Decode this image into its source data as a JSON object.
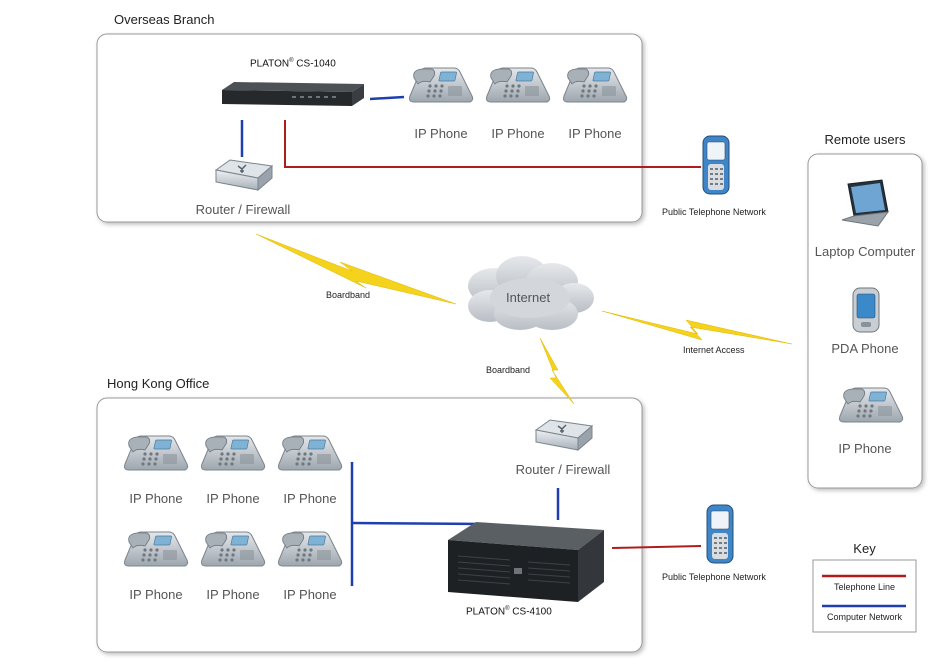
{
  "overseas": {
    "title": "Overseas Branch",
    "device_brand": "PLATON",
    "device_model": "CS-1040",
    "phones": [
      "IP Phone",
      "IP Phone",
      "IP Phone"
    ],
    "router": "Router / Firewall",
    "pstn": "Public Telephone Network"
  },
  "cloud": {
    "label": "Internet"
  },
  "links": {
    "broadband_overseas": "Boardband",
    "broadband_hk": "Boardband",
    "internet_access": "Internet Access"
  },
  "remote": {
    "title": "Remote users",
    "items": [
      "Laptop Computer",
      "PDA Phone",
      "IP Phone"
    ]
  },
  "hk": {
    "title": "Hong Kong Office",
    "phones_row1": [
      "IP Phone",
      "IP Phone",
      "IP Phone"
    ],
    "phones_row2": [
      "IP Phone",
      "IP Phone",
      "IP Phone"
    ],
    "router": "Router / Firewall",
    "device_brand": "PLATON",
    "device_model": "CS-4100",
    "pstn": "Public Telephone Network"
  },
  "key": {
    "title": "Key",
    "telephone": "Telephone Line",
    "network": "Computer Network",
    "telephone_color": "#b01c1c",
    "network_color": "#1f3fb0"
  },
  "colors": {
    "lightning": "#f5d21c",
    "cloud": "#cfd3d8"
  }
}
